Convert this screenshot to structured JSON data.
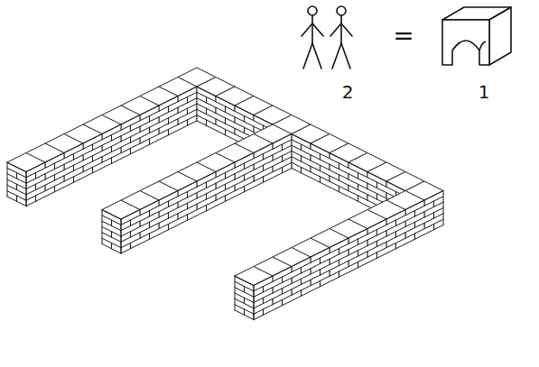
{
  "diagram": {
    "labels": [
      "2",
      "=",
      "1"
    ]
  }
}
